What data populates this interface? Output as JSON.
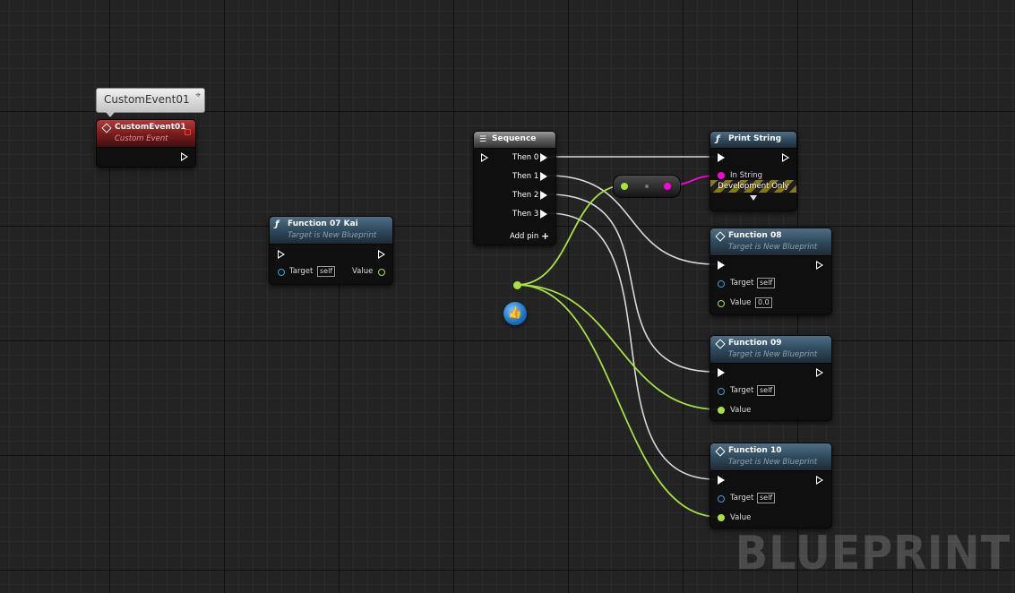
{
  "comment_bubble": {
    "text": "CustomEvent01",
    "pin_icon": "pin-icon"
  },
  "custom_event": {
    "title": "CustomEvent01",
    "subtitle": "Custom Event"
  },
  "function07": {
    "title": "Function 07 Kai",
    "subtitle": "Target is New Blueprint",
    "target_label": "Target",
    "target_value": "self",
    "value_label": "Value"
  },
  "sequence": {
    "title": "Sequence",
    "outputs": [
      "Then 0",
      "Then 1",
      "Then 2",
      "Then 3"
    ],
    "add_pin": "Add pin"
  },
  "print_string": {
    "title": "Print String",
    "in_string_label": "In String",
    "dev_only": "Development Only"
  },
  "function08": {
    "title": "Function 08",
    "subtitle": "Target is New Blueprint",
    "target_label": "Target",
    "target_value": "self",
    "value_label": "Value",
    "value_value": "0.0"
  },
  "function09": {
    "title": "Function 09",
    "subtitle": "Target is New Blueprint",
    "target_label": "Target",
    "target_value": "self",
    "value_label": "Value"
  },
  "function10": {
    "title": "Function 10",
    "subtitle": "Target is New Blueprint",
    "target_label": "Target",
    "target_value": "self",
    "value_label": "Value"
  },
  "watermark": "BLUEPRINT",
  "colors": {
    "exec": "#ffffff",
    "float_pin": "#a8e23a",
    "string_pin": "#ff00d8",
    "object_pin": "#30a6e4",
    "event_header": "#7c1c1c",
    "function_header": "#2f4a5e"
  }
}
